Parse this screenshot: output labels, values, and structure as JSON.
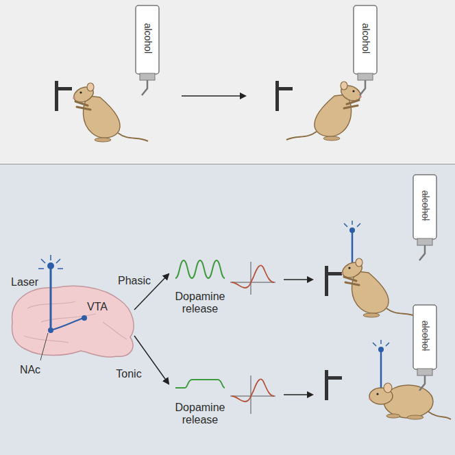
{
  "diagram": {
    "labels": [
      "alcohol",
      "alcohol",
      "Laser",
      "NAc",
      "VTA",
      "Phasic",
      "Dopamine release",
      "Tonic",
      "Dopamine release",
      "alcohol",
      "alcohol"
    ]
  }
}
